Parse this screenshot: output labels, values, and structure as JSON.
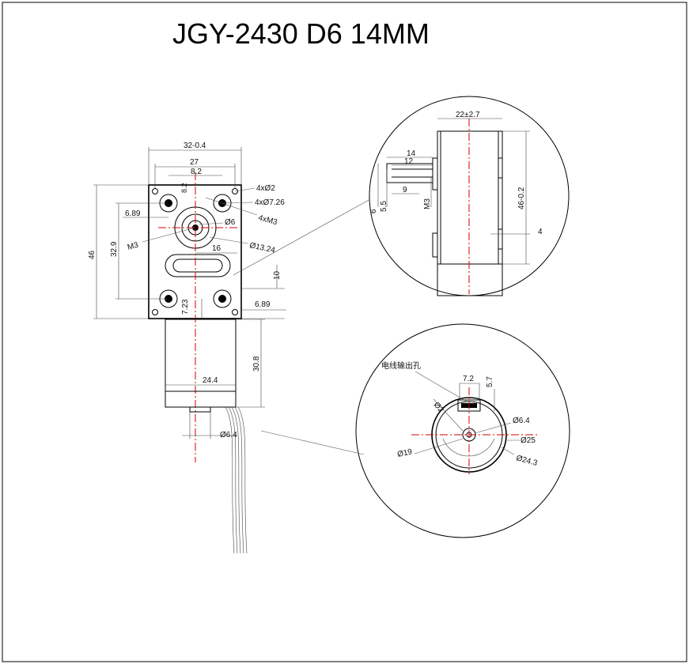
{
  "title": "JGY-2430 D6 14MM",
  "front_view": {
    "width_total": "32-0.4",
    "hole_spacing_x": "27",
    "center_offset_x": "8.2",
    "small_dim_top": "8.2",
    "hole_small": "4xØ2",
    "hole_large": "4xØ7.26",
    "screw_holes": "4xM3",
    "shaft_dia": "Ø6",
    "boss_dia": "Ø13.24",
    "set_screw": "M3",
    "slot_length": "16",
    "height_total": "46",
    "hole_spacing_y": "32.9",
    "left_offset": "6.89",
    "right_offset": "6.89",
    "slot_offset": "10",
    "bottom_offset": "7.23"
  },
  "motor_view": {
    "motor_dia": "24.4",
    "motor_length": "30.8",
    "end_dia": "Ø6.4"
  },
  "side_view": {
    "width": "22±2.7",
    "height": "46-0.2",
    "shaft_len_14": "14",
    "shaft_len_12": "12",
    "flat_len": "9",
    "dim_6": "6",
    "dim_5_5": "5.5",
    "set_screw": "M3",
    "dim_4": "4"
  },
  "end_view": {
    "wire_outlet": "电线输出孔",
    "dim_7_2": "7.2",
    "dim_5_7": "5.7",
    "dim_2": "Ø2",
    "dia_6_4": "Ø6.4",
    "dia_25": "Ø25",
    "dia_24_3": "Ø24.3",
    "dia_19": "Ø19"
  }
}
